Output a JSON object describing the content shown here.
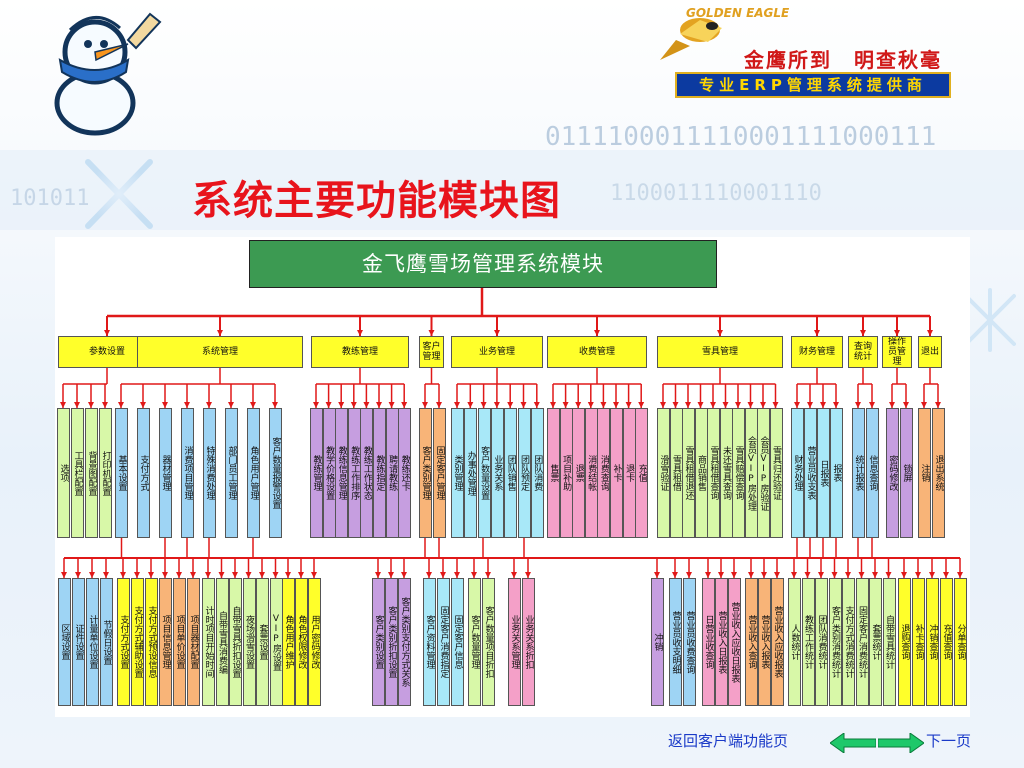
{
  "header": {
    "slogan_cn": "金鹰所到　明查秋毫",
    "slogan_en_brand": "GOLDEN EAGLE",
    "banner": "专业ERP管理系统提供商",
    "binary_text": "0111100011110001111000111",
    "title": "系统主要功能模块图"
  },
  "root": {
    "label": "金飞鹰雪场管理系统模块"
  },
  "colors": {
    "yellow": "#ffff2a",
    "ltblue": "#9ed4f4",
    "purple": "#c69ee0",
    "orange": "#f8b478",
    "cyan": "#a8e8f8",
    "pink": "#f4a0c8",
    "lime": "#d8f8a8",
    "line": "#e01818"
  },
  "modules": [
    {
      "label": "参数设置",
      "color": "yellow",
      "children": [
        {
          "label": "选项",
          "color": "lime"
        },
        {
          "label": "工具栏配置",
          "color": "lime"
        },
        {
          "label": "背景图配置",
          "color": "lime"
        },
        {
          "label": "打印机配置",
          "color": "lime"
        }
      ]
    },
    {
      "label": "系统管理",
      "color": "yellow",
      "children": [
        {
          "label": "基本设置",
          "color": "ltblue"
        },
        {
          "label": "支付方式",
          "color": "ltblue"
        },
        {
          "label": "器材管理",
          "color": "ltblue"
        },
        {
          "label": "消费项目管理",
          "color": "ltblue"
        },
        {
          "label": "特殊消费处理",
          "color": "ltblue"
        },
        {
          "label": "部门员工管理",
          "color": "ltblue"
        },
        {
          "label": "角色用户管理",
          "color": "ltblue"
        },
        {
          "label": "客户数量报警设置",
          "color": "ltblue"
        }
      ]
    },
    {
      "label": "教练管理",
      "color": "yellow",
      "children": [
        {
          "label": "教练管理",
          "color": "purple"
        },
        {
          "label": "教学价格设置",
          "color": "purple"
        },
        {
          "label": "教练信息管理",
          "color": "purple"
        },
        {
          "label": "教练工作排序",
          "color": "purple"
        },
        {
          "label": "教练工作状态",
          "color": "purple"
        },
        {
          "label": "教练指定",
          "color": "purple"
        },
        {
          "label": "聘请教练",
          "color": "purple"
        },
        {
          "label": "教练还卡",
          "color": "purple"
        }
      ]
    },
    {
      "label": "客户管理",
      "color": "yellow",
      "children": [
        {
          "label": "客户类别管理",
          "color": "orange"
        },
        {
          "label": "固定客户管理",
          "color": "orange"
        }
      ]
    },
    {
      "label": "业务管理",
      "color": "yellow",
      "children": [
        {
          "label": "类别管理",
          "color": "cyan"
        },
        {
          "label": "办事处管理",
          "color": "cyan"
        },
        {
          "label": "客户数量设置",
          "color": "cyan"
        },
        {
          "label": "业务关系",
          "color": "cyan"
        },
        {
          "label": "团队销售",
          "color": "cyan"
        },
        {
          "label": "团队预定",
          "color": "cyan"
        },
        {
          "label": "团队消费",
          "color": "cyan"
        }
      ]
    },
    {
      "label": "收费管理",
      "color": "yellow",
      "children": [
        {
          "label": "售票",
          "color": "pink"
        },
        {
          "label": "项目补助",
          "color": "pink"
        },
        {
          "label": "退票",
          "color": "pink"
        },
        {
          "label": "消费结帐",
          "color": "pink"
        },
        {
          "label": "消费查询",
          "color": "pink"
        },
        {
          "label": "补卡",
          "color": "pink"
        },
        {
          "label": "退卡",
          "color": "pink"
        },
        {
          "label": "充值",
          "color": "pink"
        }
      ]
    },
    {
      "label": "雪具管理",
      "color": "yellow",
      "children": [
        {
          "label": "滑雪验证",
          "color": "lime"
        },
        {
          "label": "雪具租借",
          "color": "lime"
        },
        {
          "label": "雪具租借退还",
          "color": "lime"
        },
        {
          "label": "商品销售",
          "color": "lime"
        },
        {
          "label": "雪具租借查询",
          "color": "lime"
        },
        {
          "label": "未还雪具查询",
          "color": "lime"
        },
        {
          "label": "雪具赔偿查询",
          "color": "lime"
        },
        {
          "label": "会员VIP房处理",
          "color": "lime"
        },
        {
          "label": "会员VIP房验证",
          "color": "lime"
        },
        {
          "label": "雪具归还验证",
          "color": "lime"
        }
      ]
    },
    {
      "label": "财务管理",
      "color": "yellow",
      "children": [
        {
          "label": "财务处理",
          "color": "cyan"
        },
        {
          "label": "营业员收支表",
          "color": "cyan"
        },
        {
          "label": "日报表",
          "color": "cyan"
        },
        {
          "label": "报表",
          "color": "cyan"
        }
      ]
    },
    {
      "label": "查询统计",
      "color": "yellow",
      "children": [
        {
          "label": "统计报表",
          "color": "ltblue"
        },
        {
          "label": "信息查询",
          "color": "ltblue"
        }
      ]
    },
    {
      "label": "操作员管理",
      "color": "yellow",
      "children": [
        {
          "label": "密码修改",
          "color": "purple"
        },
        {
          "label": "锁屏",
          "color": "purple"
        }
      ]
    },
    {
      "label": "退出",
      "color": "yellow",
      "children": [
        {
          "label": "注销",
          "color": "orange"
        },
        {
          "label": "退出系统",
          "color": "orange"
        }
      ]
    }
  ],
  "subgroups": [
    {
      "color": "ltblue",
      "items": [
        "区域设置",
        "证件设置",
        "计量单位设置",
        "节假日设置"
      ]
    },
    {
      "color": "yellow",
      "items": [
        "支付方式设置",
        "支付方式辅助设置",
        "支付方式预设信息"
      ]
    },
    {
      "color": "orange",
      "items": [
        "项目信息管理",
        "项目单价设置",
        "项目器材配置"
      ]
    },
    {
      "color": "lime",
      "items": [
        "计时项目开始时间",
        "自带雪具消费编",
        "自带雪具折扣设置",
        "夜场滑雪设置",
        "套票设置",
        "VIP房设置"
      ]
    },
    {
      "color": "yellow",
      "items": [
        "角色用户维护",
        "角色权限修改",
        "用户密码修改"
      ]
    },
    {
      "color": "purple",
      "items": [
        "客户类别设置",
        "客户类别折扣设置",
        "客户类别支付方式关系"
      ]
    },
    {
      "color": "cyan",
      "items": [
        "客户资料管理",
        "固定客户消费指定",
        "固定客户信息"
      ]
    },
    {
      "color": "lime",
      "items": [
        "客户数量管理",
        "客户数量项目折扣"
      ]
    },
    {
      "color": "pink",
      "items": [
        "业务关系管理",
        "业务关系折扣"
      ]
    },
    {
      "color": "purple",
      "items": [
        "冲销"
      ]
    },
    {
      "color": "ltblue",
      "items": [
        "营业员收支明细",
        "营业员收费查询"
      ]
    },
    {
      "color": "pink",
      "items": [
        "日营业收查询",
        "营业收入日报表",
        "营业收入应收日报表"
      ]
    },
    {
      "color": "orange",
      "items": [
        "营业收入查询",
        "营业收入报表",
        "营业收入应收报表"
      ]
    },
    {
      "color": "lime",
      "items": [
        "人数统计",
        "教练工作统计",
        "团队消费统计",
        "客户类别消费统计",
        "支付方式消费统计",
        "固定客户消费统计",
        "套票统计",
        "自带雪具统计"
      ]
    },
    {
      "color": "yellow",
      "items": [
        "退购查询",
        "补卡查询",
        "冲销查询",
        "充值查询",
        "分单查询"
      ]
    }
  ],
  "footer": {
    "back_label": "返回客户端功能页",
    "next_label": "下一页"
  }
}
